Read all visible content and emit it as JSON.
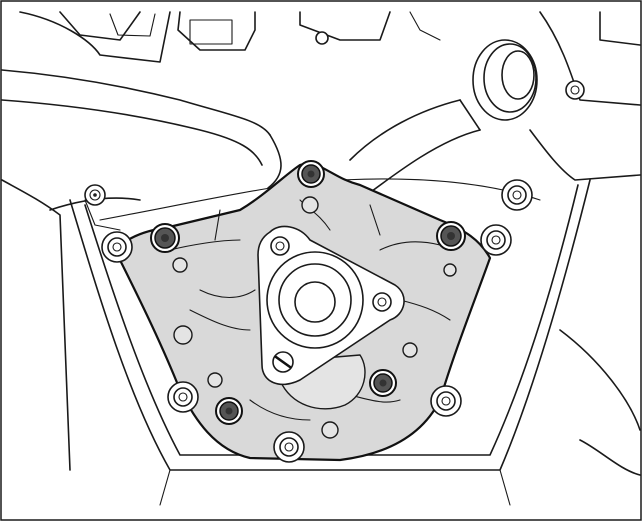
{
  "illustration": {
    "subject": "water-pump-assembly",
    "colors": {
      "line": "#1a1a1a",
      "pump_housing": "#d9d9d9",
      "highlighted_bolt": "#555555",
      "background": "#ffffff"
    },
    "highlighted_bolts": 5,
    "other_bolts": 7
  }
}
